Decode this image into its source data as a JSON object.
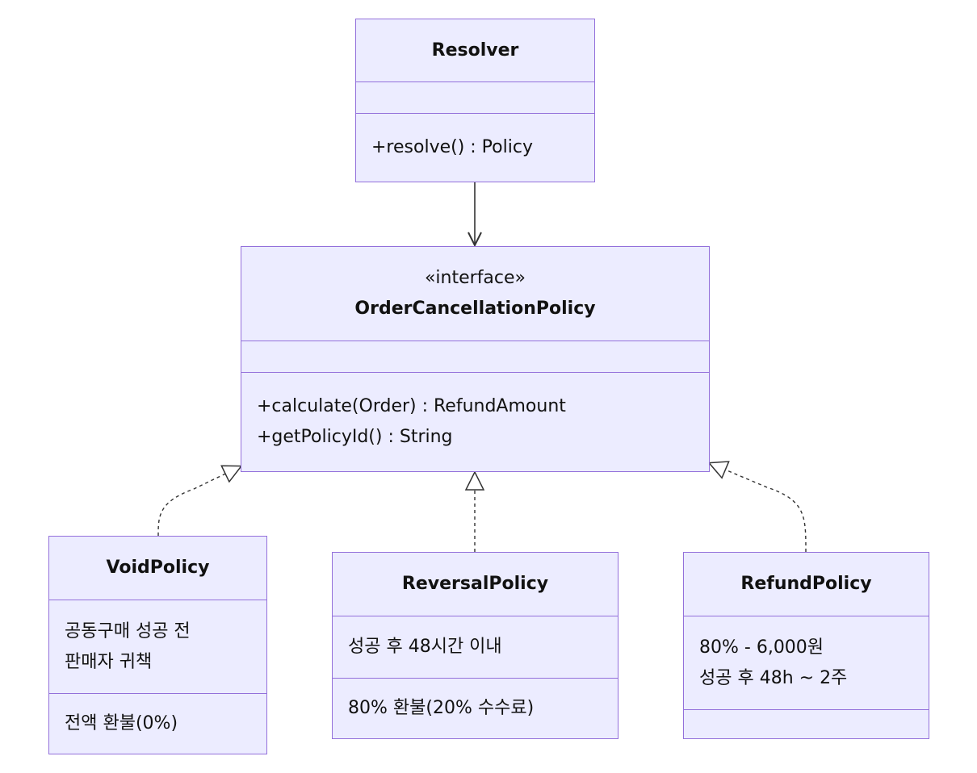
{
  "classes": {
    "resolver": {
      "name": "Resolver",
      "methods": [
        "+resolve() : Policy"
      ]
    },
    "policy": {
      "stereotype": "«interface»",
      "name": "OrderCancellationPolicy",
      "methods": [
        "+calculate(Order) : RefundAmount",
        "+getPolicyId() : String"
      ]
    },
    "void": {
      "name": "VoidPolicy",
      "attributes": [
        "공동구매 성공 전",
        "판매자 귀책"
      ],
      "methods": [
        "전액 환불(0%)"
      ]
    },
    "reversal": {
      "name": "ReversalPolicy",
      "attributes": [
        "성공 후 48시간 이내"
      ],
      "methods": [
        "80% 환불(20% 수수료)"
      ]
    },
    "refund": {
      "name": "RefundPolicy",
      "attributes": [
        "80% - 6,000원",
        "성공 후 48h ~ 2주"
      ]
    }
  },
  "relations": [
    {
      "from": "Resolver",
      "to": "OrderCancellationPolicy",
      "kind": "association"
    },
    {
      "from": "VoidPolicy",
      "to": "OrderCancellationPolicy",
      "kind": "realization"
    },
    {
      "from": "ReversalPolicy",
      "to": "OrderCancellationPolicy",
      "kind": "realization"
    },
    {
      "from": "RefundPolicy",
      "to": "OrderCancellationPolicy",
      "kind": "realization"
    }
  ],
  "colors": {
    "fill": "#ECECFF",
    "stroke": "#9370DB",
    "edge": "#333333",
    "text": "#111111"
  }
}
